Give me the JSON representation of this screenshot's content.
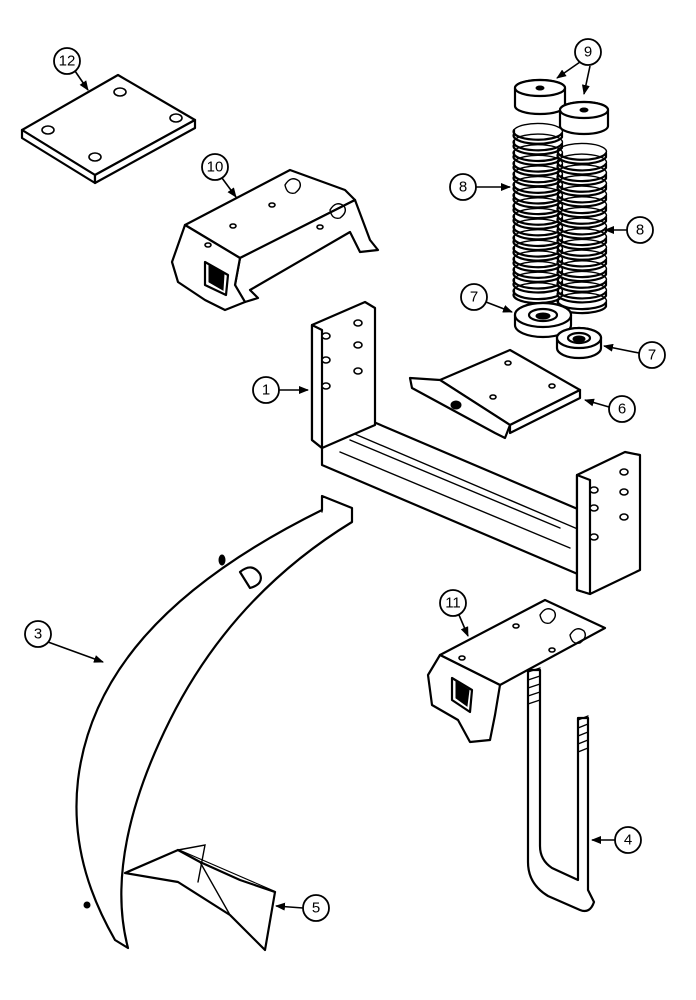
{
  "callouts": [
    {
      "id": "c12",
      "label": "12"
    },
    {
      "id": "c10",
      "label": "10"
    },
    {
      "id": "c9",
      "label": "9"
    },
    {
      "id": "c8a",
      "label": "8"
    },
    {
      "id": "c8b",
      "label": "8"
    },
    {
      "id": "c7a",
      "label": "7"
    },
    {
      "id": "c7b",
      "label": "7"
    },
    {
      "id": "c1",
      "label": "1"
    },
    {
      "id": "c6",
      "label": "6"
    },
    {
      "id": "c11",
      "label": "11"
    },
    {
      "id": "c3",
      "label": "3"
    },
    {
      "id": "c4",
      "label": "4"
    },
    {
      "id": "c5",
      "label": "5"
    }
  ]
}
